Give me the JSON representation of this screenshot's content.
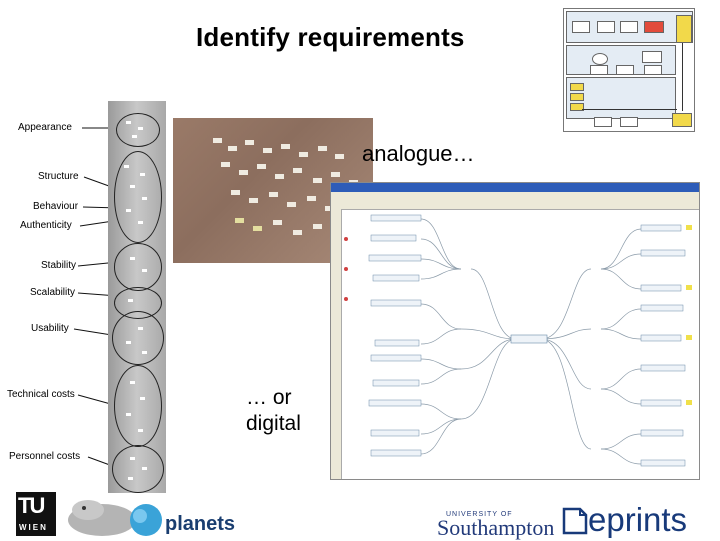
{
  "title": "Identify requirements",
  "photo_caption": "analogue…",
  "digital_caption": [
    "… or",
    "digital"
  ],
  "categories": [
    "Appearance",
    "Structure",
    "Behaviour",
    "Authenticity",
    "Stability",
    "Scalability",
    "Usability",
    "Technical costs",
    "Personnel costs"
  ],
  "logos": {
    "tu": "TU",
    "tu_sub": "WIEN",
    "planets": "planets",
    "university_line": "UNIVERSITY OF",
    "southampton": "Southampton",
    "eprints": "eprints"
  }
}
